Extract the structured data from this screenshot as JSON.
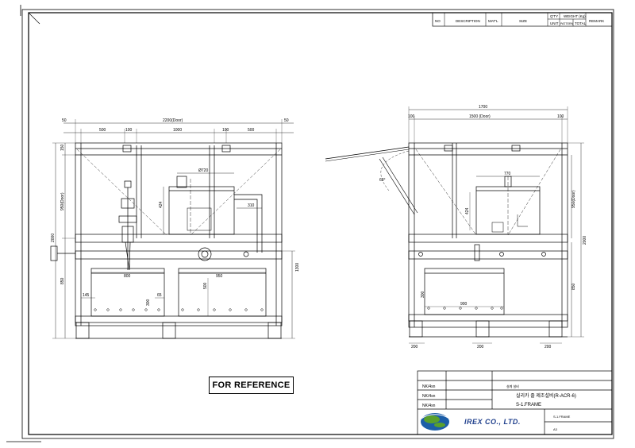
{
  "reference_stamp": "FOR REFERENCE",
  "parts_list_header": {
    "no": "NO",
    "description": "DESCRIPTION",
    "matl": "MAT'L",
    "size": "SIZE",
    "qty": "Q'TY",
    "unit": "UNIT",
    "weight": "WEIGHT (Kg)",
    "pattern": "PATTERN",
    "total": "TOTAL",
    "remark": "REMARK"
  },
  "front_view_dims": {
    "overall_width": "2200(Door)",
    "left_margin": "50",
    "right_margin": "50",
    "seg_500_a": "500",
    "seg_100_a": "100",
    "seg_1000": "1000",
    "seg_100_b": "100",
    "seg_500_b": "500",
    "top_150": "150",
    "height_950": "950(Door)",
    "total_height": "2000",
    "lower_850": "850",
    "dia_label": "Ø720",
    "d424": "424",
    "d310": "310",
    "right_1300": "1300",
    "bottom_800": "800",
    "bottom_950": "950",
    "d145": "145",
    "d65": "65",
    "d300": "300",
    "d500": "500"
  },
  "side_view_dims": {
    "overall": "1700",
    "left_100": "100",
    "door_1500": "1500 (Door)",
    "right_100": "100",
    "d770": "770",
    "height_950": "950(Door)",
    "total_2000": "2000",
    "lower_850": "850",
    "d900": "900",
    "d300": "300",
    "d424": "424",
    "foot_a": "200",
    "foot_b": "200",
    "foot_c": "200",
    "angle": "60°"
  },
  "title_block": {
    "rev_rows": [
      "NK/4sn",
      "NK/4sn",
      "NK/4sn"
    ],
    "small_label": "설계 설비",
    "title_line1": "실리카 졸 제조설비(R-ACR-6)",
    "title_line2": "S-1.FRAME",
    "company": "IREX CO., LTD.",
    "drawing_no": "S-1.FRAME",
    "sheet": "A3"
  },
  "colors": {
    "line": "#000000",
    "logo_blue": "#1c5ea8",
    "logo_green": "#5aa02c",
    "company_text": "#1f3f8c"
  }
}
